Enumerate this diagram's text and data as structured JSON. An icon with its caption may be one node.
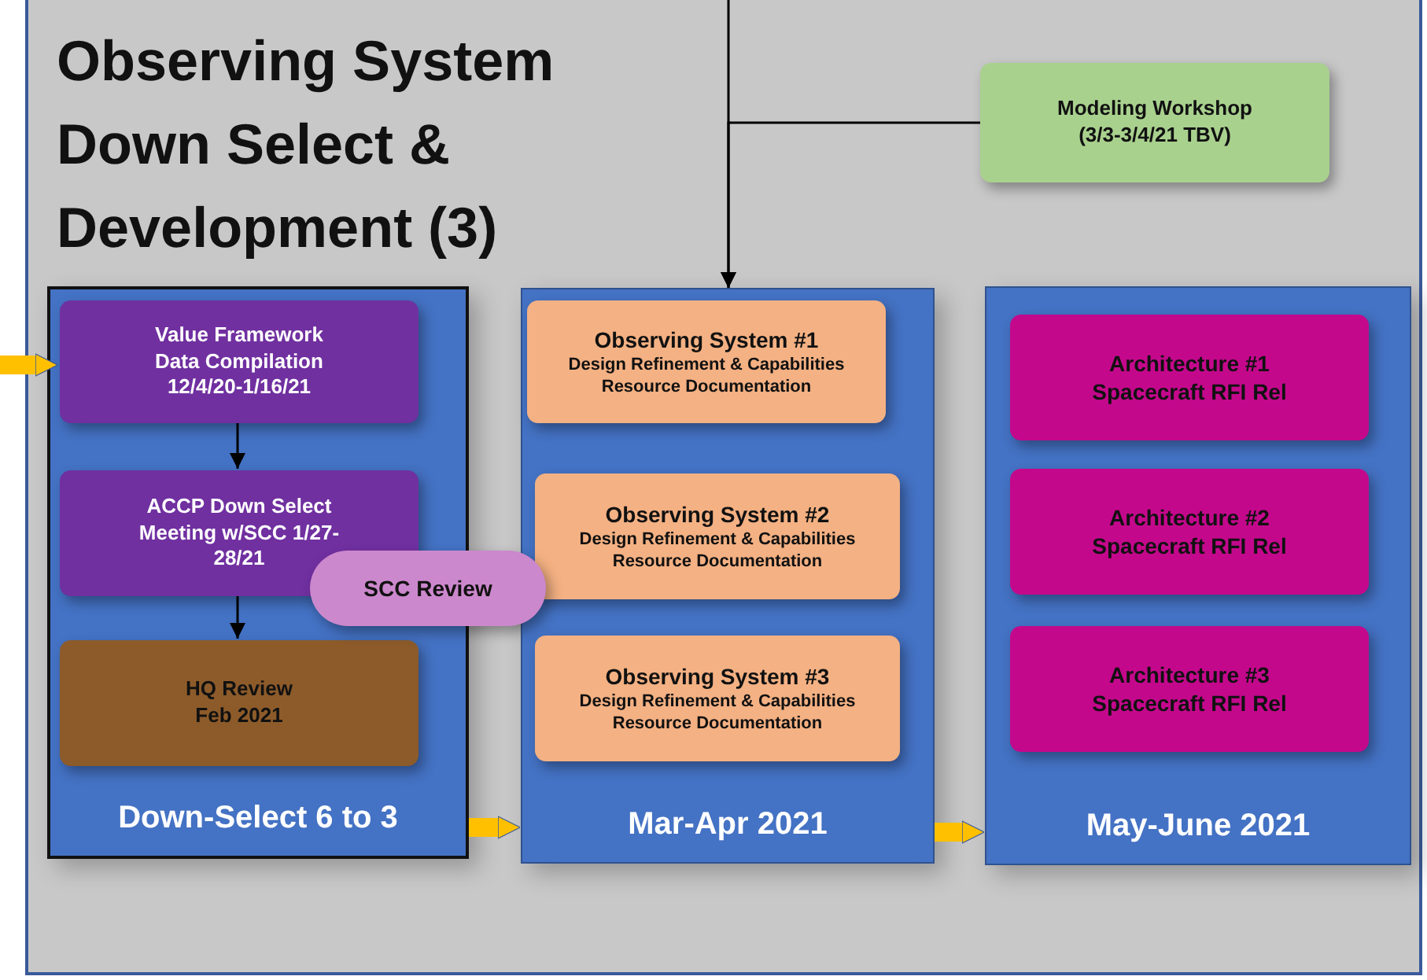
{
  "diagram": {
    "title": "Observing System Down Select & Development (3)",
    "nodes": [
      {
        "text": [
          "Down-Select 6 to 3"
        ]
      },
      {
        "text": [
          "Value Framework Data Compilation 12/4/20-1/16/21"
        ],
        "in": 0
      },
      {
        "text": [
          "ACCP Down Select Meeting w/SCC 1/27-28/21"
        ],
        "in": 0
      },
      {
        "text": [
          "HQ Review Feb 2021"
        ],
        "in": 0
      },
      {
        "text": [
          "Mar-Apr 2021"
        ]
      },
      {
        "text": [
          "Observing System #1",
          "Design Refinement & Capabilities Resource Documentation"
        ],
        "in": 4
      },
      {
        "text": [
          "Observing System #2",
          "Design Refinement & Capabilities Resource Documentation"
        ],
        "in": 4
      },
      {
        "text": [
          "Observing System #3",
          "Design Refinement & Capabilities Resource Documentation"
        ],
        "in": 4
      },
      {
        "text": [
          "May-June 2021"
        ]
      },
      {
        "text": [
          "Architecture #1 Spacecraft RFI Rel"
        ],
        "in": 8
      },
      {
        "text": [
          "Architecture #2 Spacecraft RFI Rel"
        ],
        "in": 8
      },
      {
        "text": [
          "Architecture #3 Spacecraft RFI Rel"
        ],
        "in": 8
      },
      {
        "text": [
          "Modeling Workshop (3/3-3/4/21 TBV)"
        ]
      },
      {
        "text": [
          "SCC Review"
        ]
      }
    ],
    "edges": [
      {
        "from": null,
        "to": 1,
        "arrow": "to",
        "style": "thick",
        "color": "#ffc000"
      },
      {
        "from": 1,
        "to": 2,
        "arrow": "to"
      },
      {
        "from": 2,
        "to": 3,
        "arrow": "to"
      },
      {
        "from": 0,
        "to": 4,
        "arrow": "to",
        "style": "thick",
        "color": "#ffc000"
      },
      {
        "from": 4,
        "to": 8,
        "arrow": "to",
        "style": "thick",
        "color": "#ffc000"
      },
      {
        "from": null,
        "to": 4,
        "arrow": "to"
      },
      {
        "from": 12,
        "to": 4,
        "arrow": "to"
      }
    ]
  }
}
